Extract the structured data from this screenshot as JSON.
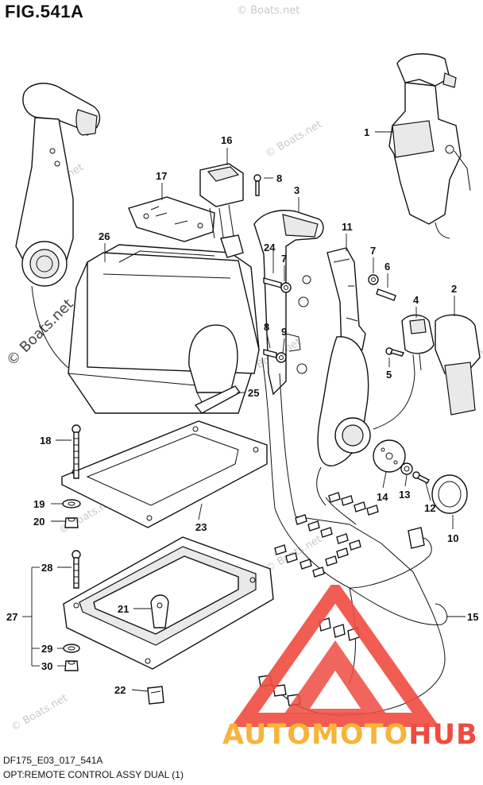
{
  "figure": {
    "title": "FIG.541A",
    "code": "DF175_E03_017_541A",
    "description": "OPT:REMOTE CONTROL ASSY DUAL (1)"
  },
  "watermarks": {
    "side": "© Boats.net",
    "small": "© Boats.net"
  },
  "logo": {
    "part1": "AUTOMOTO",
    "part2": "HUB",
    "color_primary": "#ef4b3f",
    "color_secondary": "#f6b43a"
  },
  "callouts": [
    "1",
    "2",
    "3",
    "4",
    "5",
    "6",
    "7",
    "8",
    "9",
    "10",
    "11",
    "12",
    "13",
    "14",
    "15",
    "16",
    "17",
    "18",
    "19",
    "20",
    "21",
    "22",
    "23",
    "24",
    "25",
    "26",
    "27",
    "28",
    "29",
    "30"
  ]
}
